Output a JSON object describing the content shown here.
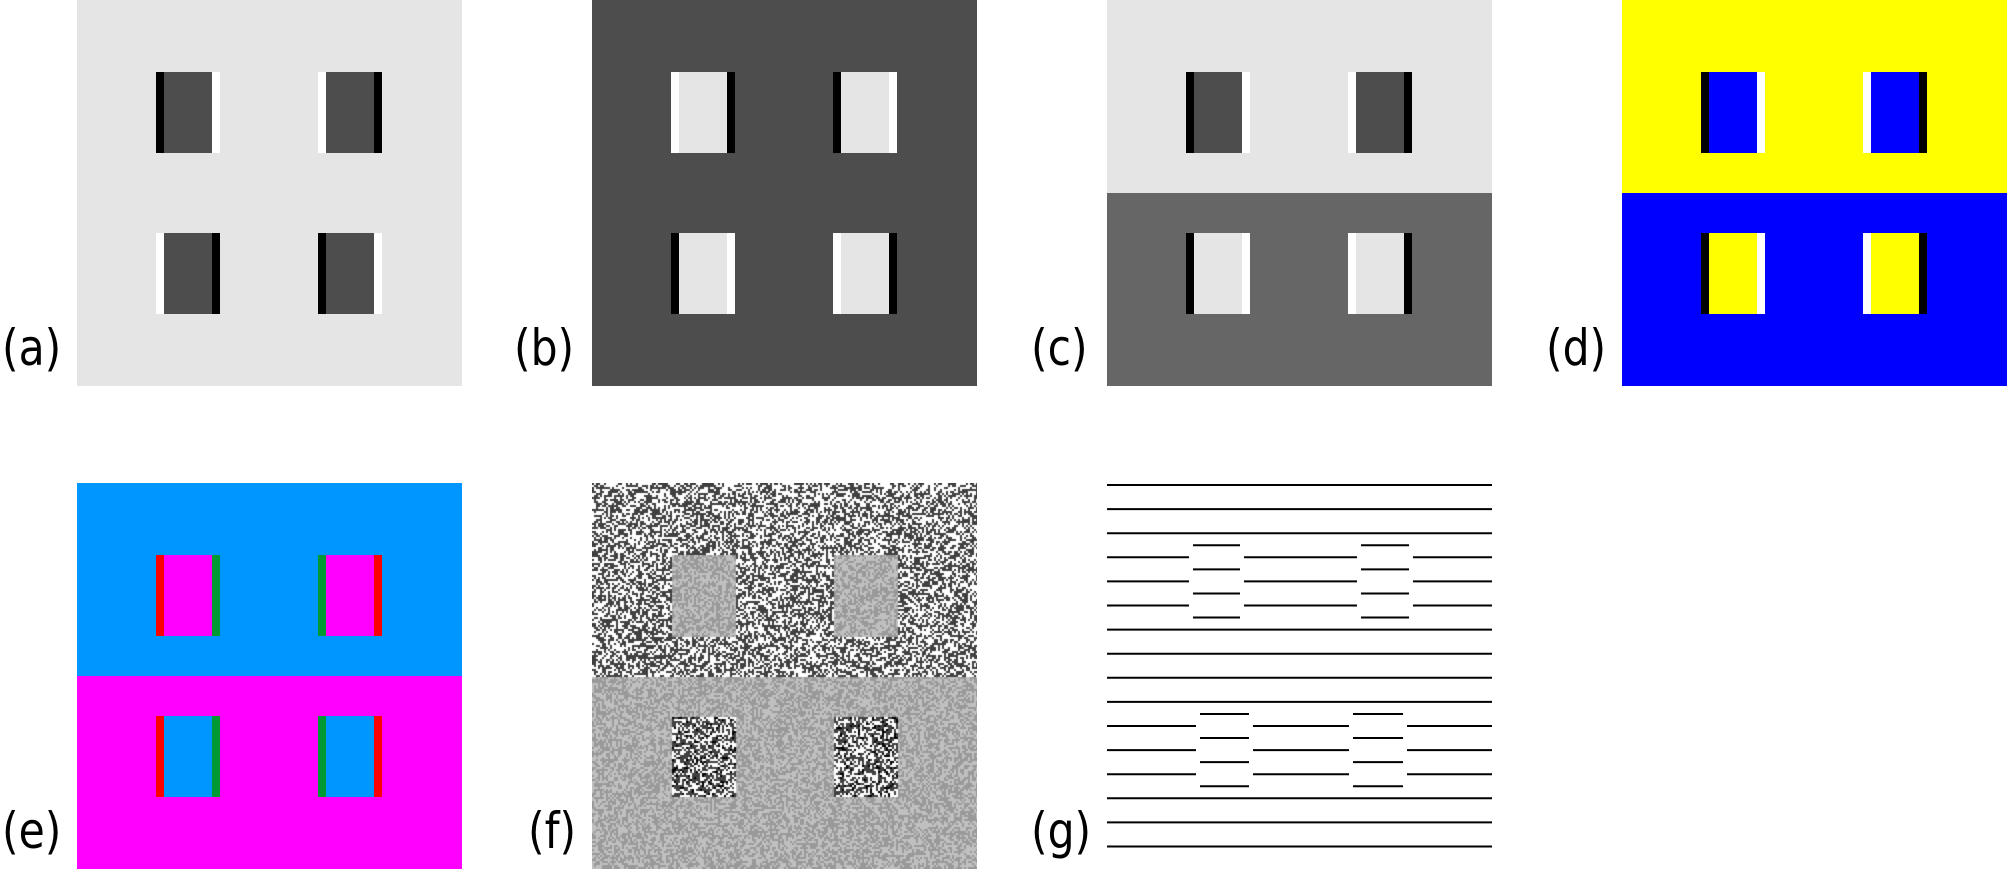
{
  "labels": [
    "(a)",
    "(b)",
    "(c)",
    "(d)",
    "(e)",
    "(f)",
    "(g)"
  ],
  "panels": [
    {
      "id": "a",
      "top": {
        "bg": "#e5e5e5",
        "body": "#4d4d4d",
        "stripes": [
          [
            "#000000",
            "#ffffff"
          ],
          [
            "#ffffff",
            "#000000"
          ]
        ]
      },
      "bottom": {
        "bg": "#e5e5e5",
        "body": "#4d4d4d",
        "stripes": [
          [
            "#ffffff",
            "#000000"
          ],
          [
            "#000000",
            "#ffffff"
          ]
        ]
      }
    },
    {
      "id": "b",
      "top": {
        "bg": "#4d4d4d",
        "body": "#e5e5e5",
        "stripes": [
          [
            "#ffffff",
            "#000000"
          ],
          [
            "#000000",
            "#ffffff"
          ]
        ]
      },
      "bottom": {
        "bg": "#4d4d4d",
        "body": "#e5e5e5",
        "stripes": [
          [
            "#000000",
            "#ffffff"
          ],
          [
            "#ffffff",
            "#000000"
          ]
        ]
      }
    },
    {
      "id": "c",
      "top": {
        "bg": "#e5e5e5",
        "body": "#4d4d4d",
        "stripes": [
          [
            "#000000",
            "#ffffff"
          ],
          [
            "#ffffff",
            "#000000"
          ]
        ]
      },
      "bottom": {
        "bg": "#666666",
        "body": "#e5e5e5",
        "stripes": [
          [
            "#000000",
            "#ffffff"
          ],
          [
            "#ffffff",
            "#000000"
          ]
        ]
      }
    },
    {
      "id": "d",
      "top": {
        "bg": "#ffff00",
        "body": "#0000ff",
        "stripes": [
          [
            "#000000",
            "#ffffff"
          ],
          [
            "#ffffff",
            "#000000"
          ]
        ]
      },
      "bottom": {
        "bg": "#0000ff",
        "body": "#ffff00",
        "stripes": [
          [
            "#000000",
            "#ffffff"
          ],
          [
            "#ffffff",
            "#000000"
          ]
        ]
      }
    },
    {
      "id": "e",
      "top": {
        "bg": "#0096ff",
        "body": "#ff00ff",
        "stripes": [
          [
            "#ff0000",
            "#009933"
          ],
          [
            "#009933",
            "#ff0000"
          ]
        ]
      },
      "bottom": {
        "bg": "#ff00ff",
        "body": "#0096ff",
        "stripes": [
          [
            "#ff0000",
            "#009933"
          ],
          [
            "#009933",
            "#ff0000"
          ]
        ]
      }
    }
  ],
  "noise_panel": {
    "id": "f",
    "dark": "#404040",
    "light": "#ffffff",
    "gray_a": "#999999",
    "gray_b": "#c0c0c0"
  },
  "lines_panel": {
    "id": "g",
    "line_color": "#000000",
    "line_count": 16
  }
}
